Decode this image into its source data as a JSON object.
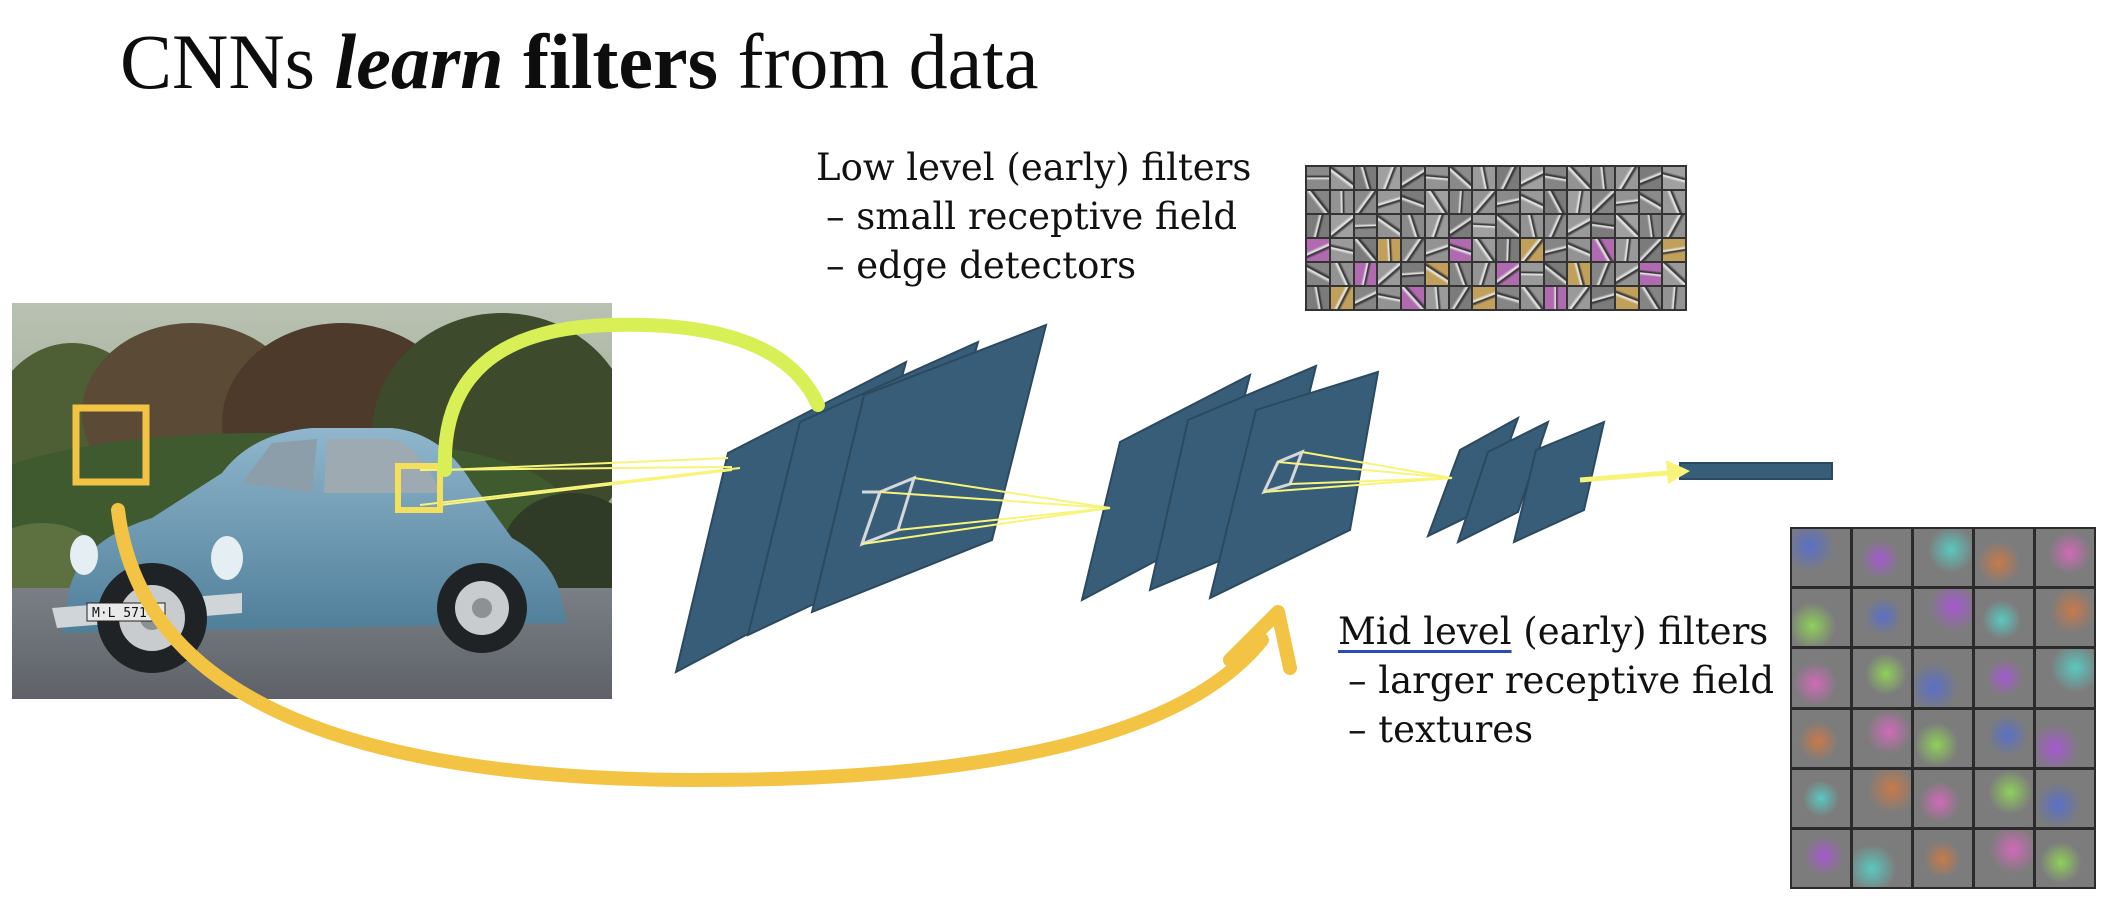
{
  "title": {
    "part1": "CNNs ",
    "part2": "learn",
    "part3": " filters",
    "part4": " from data"
  },
  "low_level": {
    "heading": "Low level (early) filters",
    "bullet1": "– small receptive field",
    "bullet2": "– edge detectors"
  },
  "mid_level": {
    "heading_underlined": "Mid level",
    "heading_rest": " (early) filters",
    "bullet1": "– larger receptive field",
    "bullet2": "– textures"
  },
  "license_plate": "M·L 5714",
  "colors": {
    "layer_fill": "#375d78",
    "yellow_arrow": "#f3c344",
    "green_arrow": "#d8ef55",
    "projection_lines": "#f8f47a",
    "box_yellow": "#f3e05c",
    "car_blue": "#6e9cb8"
  }
}
